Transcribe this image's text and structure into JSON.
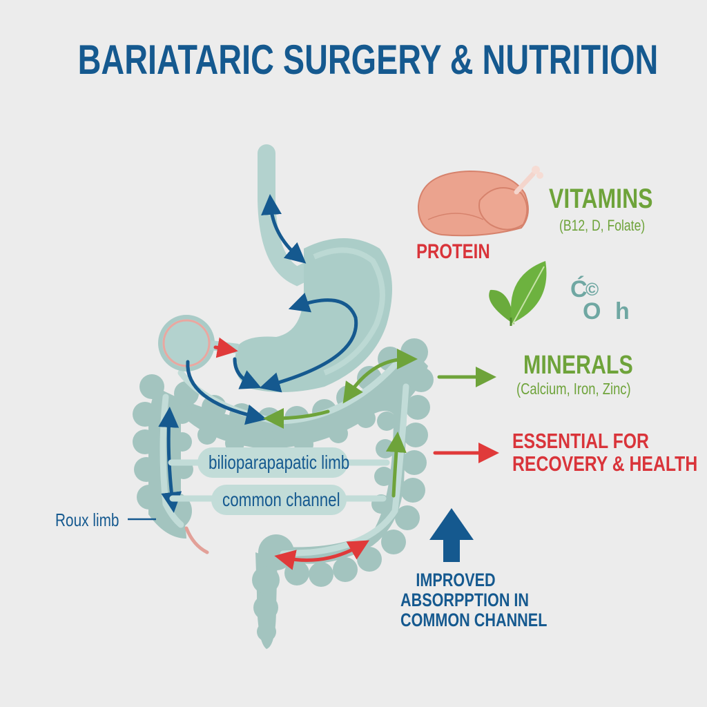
{
  "title": "BARIATARIC SURGERY & NUTRITION",
  "colors": {
    "background": "#ececec",
    "title_blue": "#15598f",
    "organ_teal": "#a9cbc7",
    "organ_teal_dark": "#97bab4",
    "lumen_light": "#c2dcd8",
    "arrow_blue": "#15598f",
    "arrow_green": "#6ea33a",
    "arrow_red": "#e03a3a",
    "protein_red": "#d9343a",
    "chicken_pink": "#eba38e"
  },
  "nutrients": {
    "protein": {
      "label": "PROTEIN",
      "icon": "chicken-icon"
    },
    "vitamins": {
      "label": "VITAMINS",
      "sub": "(B12, D, Folate)",
      "icon": "leaf-icon"
    },
    "chem_symbol": {
      "c": "Ć",
      "copyright": "©",
      "o": "O",
      "h": "h"
    },
    "minerals": {
      "label": "MINERALS",
      "sub": "(Calcium, Iron, Zinc)"
    },
    "essential": {
      "line1": "ESSENTIAL FOR",
      "line2": "RECOVERY & HEALTH"
    }
  },
  "anatomy": {
    "biliopancreatic_label": "bilioparаpapatic limb",
    "common_channel_label": "common channel",
    "roux_limb_label": "Roux limb"
  },
  "callout": {
    "line1": "IMPROVED",
    "line2": "ABSORPPTION IN",
    "line3": "COMMON CHANNEL",
    "icon": "up-arrow-icon"
  }
}
